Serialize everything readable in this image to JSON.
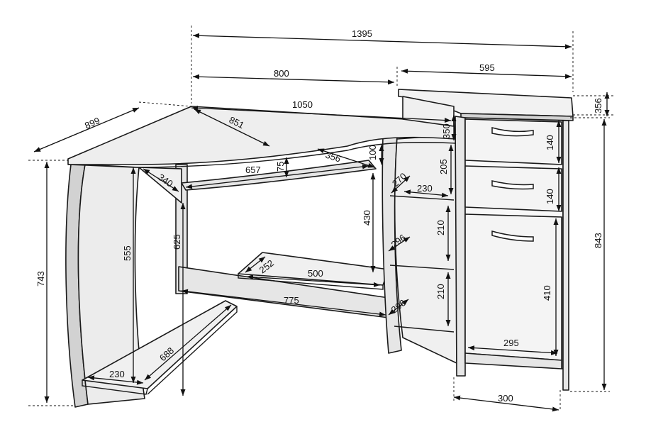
{
  "dimensions": {
    "total_width": "1395",
    "left_width": "800",
    "right_width": "595",
    "top_thickness": "356",
    "depth": "899",
    "desk_length": "1050",
    "corner_diagonal": "851",
    "height_left": "743",
    "height_right": "843",
    "clear_height_left": "555",
    "under_desk_height": "625",
    "side_shelf_depth": "340",
    "front_rail_length": "657",
    "front_rail_height": "75",
    "keyboard_depth": "356",
    "keyboard_height": "100",
    "knee_height": "430",
    "upper_niche_height": "350",
    "niche_depth_1": "270",
    "niche_height_1": "205",
    "niche_width": "230",
    "niche_depth_2": "296",
    "shelf_height_1": "210",
    "shelf_height_2": "210",
    "niche_depth_3": "296",
    "mid_shelf_depth": "252",
    "mid_shelf_width": "500",
    "back_rail_length": "775",
    "foot_length": "688",
    "foot_width": "230",
    "drawer_height_1": "140",
    "drawer_height_2": "140",
    "door_height": "410",
    "inner_width": "295",
    "cabinet_depth": "300"
  }
}
